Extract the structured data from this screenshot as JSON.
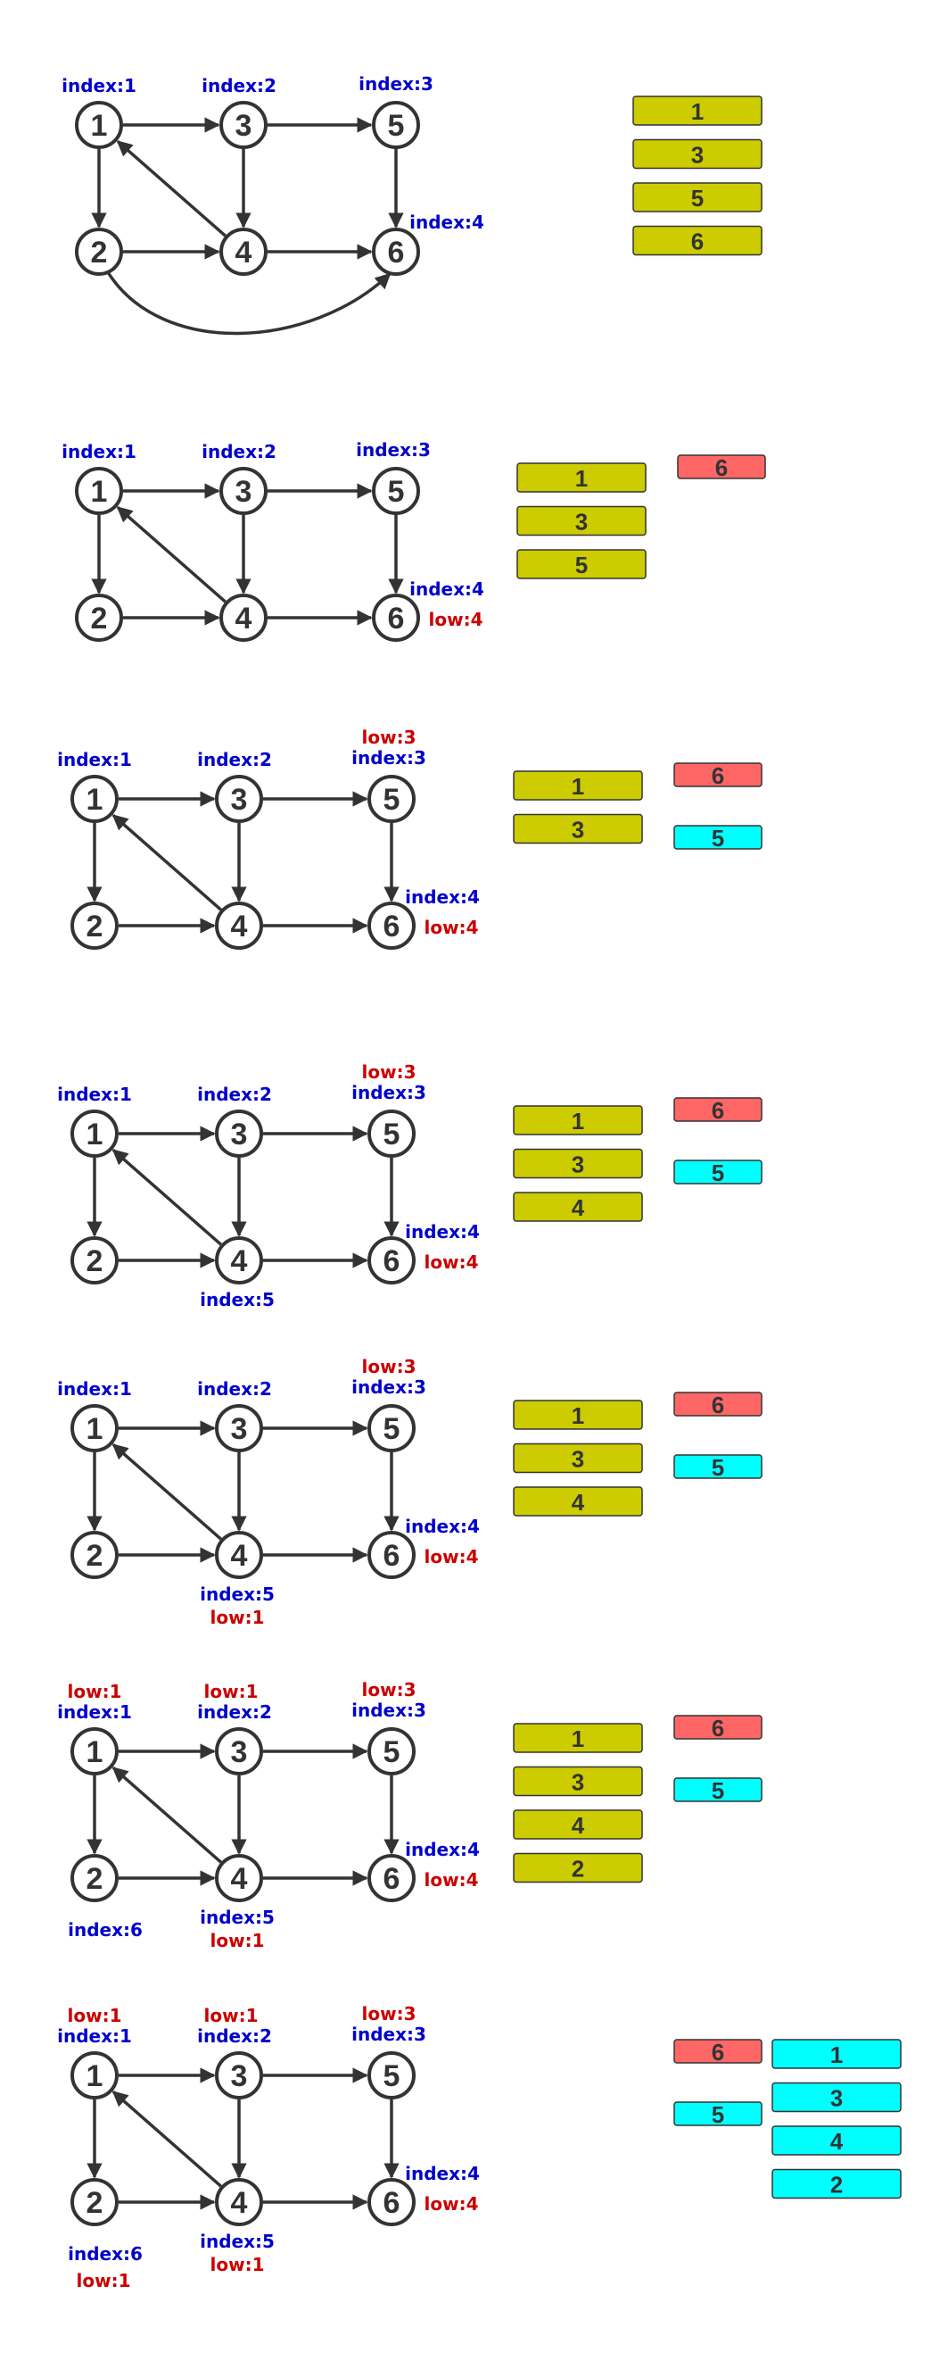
{
  "colors": {
    "index_label": "#0000cc",
    "low_label": "#cc0000",
    "stack_box": "#cccc00",
    "scc_red": "#ff6666",
    "scc_cyan": "#00ffff"
  },
  "nodes": [
    "1",
    "2",
    "3",
    "4",
    "5",
    "6"
  ],
  "edges": [
    [
      "1",
      "3"
    ],
    [
      "1",
      "2"
    ],
    [
      "3",
      "5"
    ],
    [
      "3",
      "4"
    ],
    [
      "2",
      "4"
    ],
    [
      "4",
      "1"
    ],
    [
      "4",
      "6"
    ],
    [
      "5",
      "6"
    ],
    [
      "2",
      "6"
    ]
  ],
  "panels": [
    {
      "edge_2_6": true,
      "labels": [
        {
          "node": "1",
          "text": "index:1",
          "kind": "index"
        },
        {
          "node": "3",
          "text": "index:2",
          "kind": "index"
        },
        {
          "node": "5",
          "text": "index:3",
          "kind": "index"
        },
        {
          "node": "6",
          "text": "index:4",
          "kind": "index"
        }
      ],
      "stack": [
        "1",
        "3",
        "5",
        "6"
      ],
      "scc_red": [],
      "scc_cyan": [],
      "final_cyan": []
    },
    {
      "edge_2_6": false,
      "labels": [
        {
          "node": "1",
          "text": "index:1",
          "kind": "index"
        },
        {
          "node": "3",
          "text": "index:2",
          "kind": "index"
        },
        {
          "node": "5",
          "text": "index:3",
          "kind": "index"
        },
        {
          "node": "6",
          "text": "index:4",
          "kind": "index"
        },
        {
          "node": "6",
          "text": "low:4",
          "kind": "low"
        }
      ],
      "stack": [
        "1",
        "3",
        "5"
      ],
      "scc_red": [
        "6"
      ],
      "scc_cyan": [],
      "final_cyan": []
    },
    {
      "edge_2_6": false,
      "labels": [
        {
          "node": "1",
          "text": "index:1",
          "kind": "index"
        },
        {
          "node": "3",
          "text": "index:2",
          "kind": "index"
        },
        {
          "node": "5",
          "text": "low:3",
          "kind": "low"
        },
        {
          "node": "5",
          "text": "index:3",
          "kind": "index"
        },
        {
          "node": "6",
          "text": "index:4",
          "kind": "index"
        },
        {
          "node": "6",
          "text": "low:4",
          "kind": "low"
        }
      ],
      "stack": [
        "1",
        "3"
      ],
      "scc_red": [
        "6"
      ],
      "scc_cyan": [
        "5"
      ],
      "final_cyan": []
    },
    {
      "edge_2_6": false,
      "labels": [
        {
          "node": "1",
          "text": "index:1",
          "kind": "index"
        },
        {
          "node": "3",
          "text": "index:2",
          "kind": "index"
        },
        {
          "node": "5",
          "text": "low:3",
          "kind": "low"
        },
        {
          "node": "5",
          "text": "index:3",
          "kind": "index"
        },
        {
          "node": "6",
          "text": "index:4",
          "kind": "index"
        },
        {
          "node": "6",
          "text": "low:4",
          "kind": "low"
        },
        {
          "node": "4",
          "text": "index:5",
          "kind": "index"
        }
      ],
      "stack": [
        "1",
        "3",
        "4"
      ],
      "scc_red": [
        "6"
      ],
      "scc_cyan": [
        "5"
      ],
      "final_cyan": []
    },
    {
      "edge_2_6": false,
      "labels": [
        {
          "node": "1",
          "text": "index:1",
          "kind": "index"
        },
        {
          "node": "3",
          "text": "index:2",
          "kind": "index"
        },
        {
          "node": "5",
          "text": "low:3",
          "kind": "low"
        },
        {
          "node": "5",
          "text": "index:3",
          "kind": "index"
        },
        {
          "node": "6",
          "text": "index:4",
          "kind": "index"
        },
        {
          "node": "6",
          "text": "low:4",
          "kind": "low"
        },
        {
          "node": "4",
          "text": "index:5",
          "kind": "index"
        },
        {
          "node": "4",
          "text": "low:1",
          "kind": "low"
        }
      ],
      "stack": [
        "1",
        "3",
        "4"
      ],
      "scc_red": [
        "6"
      ],
      "scc_cyan": [
        "5"
      ],
      "final_cyan": []
    },
    {
      "edge_2_6": false,
      "labels": [
        {
          "node": "1",
          "text": "low:1",
          "kind": "low"
        },
        {
          "node": "1",
          "text": "index:1",
          "kind": "index"
        },
        {
          "node": "3",
          "text": "low:1",
          "kind": "low"
        },
        {
          "node": "3",
          "text": "index:2",
          "kind": "index"
        },
        {
          "node": "5",
          "text": "low:3",
          "kind": "low"
        },
        {
          "node": "5",
          "text": "index:3",
          "kind": "index"
        },
        {
          "node": "6",
          "text": "index:4",
          "kind": "index"
        },
        {
          "node": "6",
          "text": "low:4",
          "kind": "low"
        },
        {
          "node": "4",
          "text": "index:5",
          "kind": "index"
        },
        {
          "node": "4",
          "text": "low:1",
          "kind": "low"
        },
        {
          "node": "2",
          "text": "index:6",
          "kind": "index"
        }
      ],
      "stack": [
        "1",
        "3",
        "4",
        "2"
      ],
      "scc_red": [
        "6"
      ],
      "scc_cyan": [
        "5"
      ],
      "final_cyan": []
    },
    {
      "edge_2_6": false,
      "labels": [
        {
          "node": "1",
          "text": "low:1",
          "kind": "low"
        },
        {
          "node": "1",
          "text": "index:1",
          "kind": "index"
        },
        {
          "node": "3",
          "text": "low:1",
          "kind": "low"
        },
        {
          "node": "3",
          "text": "index:2",
          "kind": "index"
        },
        {
          "node": "5",
          "text": "low:3",
          "kind": "low"
        },
        {
          "node": "5",
          "text": "index:3",
          "kind": "index"
        },
        {
          "node": "6",
          "text": "index:4",
          "kind": "index"
        },
        {
          "node": "6",
          "text": "low:4",
          "kind": "low"
        },
        {
          "node": "4",
          "text": "index:5",
          "kind": "index"
        },
        {
          "node": "4",
          "text": "low:1",
          "kind": "low"
        },
        {
          "node": "2",
          "text": "index:6",
          "kind": "index"
        },
        {
          "node": "2",
          "text": "low:1",
          "kind": "low"
        }
      ],
      "stack": [],
      "scc_red": [
        "6"
      ],
      "scc_cyan": [
        "5"
      ],
      "final_cyan": [
        "1",
        "3",
        "4",
        "2"
      ]
    }
  ]
}
